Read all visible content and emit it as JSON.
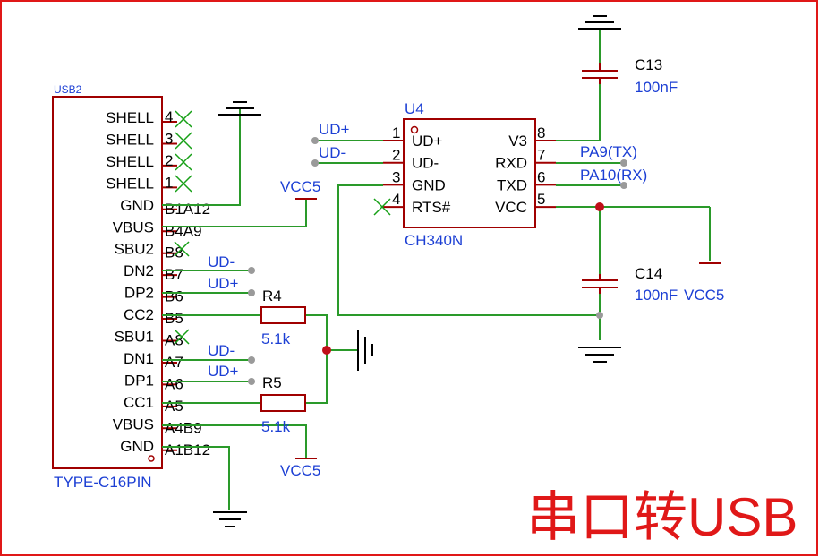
{
  "title": "串口转USB",
  "usb": {
    "ref": "USB2",
    "value": "TYPE-C16PIN",
    "pins": [
      {
        "name": "SHELL",
        "num": "4"
      },
      {
        "name": "SHELL",
        "num": "3"
      },
      {
        "name": "SHELL",
        "num": "2"
      },
      {
        "name": "SHELL",
        "num": "1"
      },
      {
        "name": "GND",
        "num": "B1A12"
      },
      {
        "name": "VBUS",
        "num": "B4A9"
      },
      {
        "name": "SBU2",
        "num": "B8"
      },
      {
        "name": "DN2",
        "num": "B7"
      },
      {
        "name": "DP2",
        "num": "B6"
      },
      {
        "name": "CC2",
        "num": "B5"
      },
      {
        "name": "SBU1",
        "num": "A8"
      },
      {
        "name": "DN1",
        "num": "A7"
      },
      {
        "name": "DP1",
        "num": "A6"
      },
      {
        "name": "CC1",
        "num": "A5"
      },
      {
        "name": "VBUS",
        "num": "A4B9"
      },
      {
        "name": "GND",
        "num": "A1B12"
      }
    ]
  },
  "ic": {
    "ref": "U4",
    "value": "CH340N",
    "left_pins": [
      {
        "name": "UD+",
        "num": "1"
      },
      {
        "name": "UD-",
        "num": "2"
      },
      {
        "name": "GND",
        "num": "3"
      },
      {
        "name": "RTS#",
        "num": "4"
      }
    ],
    "right_pins": [
      {
        "name": "V3",
        "num": "8"
      },
      {
        "name": "RXD",
        "num": "7"
      },
      {
        "name": "TXD",
        "num": "6"
      },
      {
        "name": "VCC",
        "num": "5"
      }
    ]
  },
  "components": {
    "r4": {
      "ref": "R4",
      "value": "5.1k"
    },
    "r5": {
      "ref": "R5",
      "value": "5.1k"
    },
    "c13": {
      "ref": "C13",
      "value": "100nF"
    },
    "c14": {
      "ref": "C14",
      "value": "100nF"
    }
  },
  "nets": {
    "vcc5": "VCC5",
    "ud_plus": "UD+",
    "ud_minus": "UD-",
    "pa9": "PA9(TX)",
    "pa10": "PA10(RX)"
  },
  "colors": {
    "border": "#e01818",
    "wire": "#2a9a2a",
    "pin": "#a00000",
    "net_label": "#1c3fd4",
    "title": "#e01818"
  }
}
